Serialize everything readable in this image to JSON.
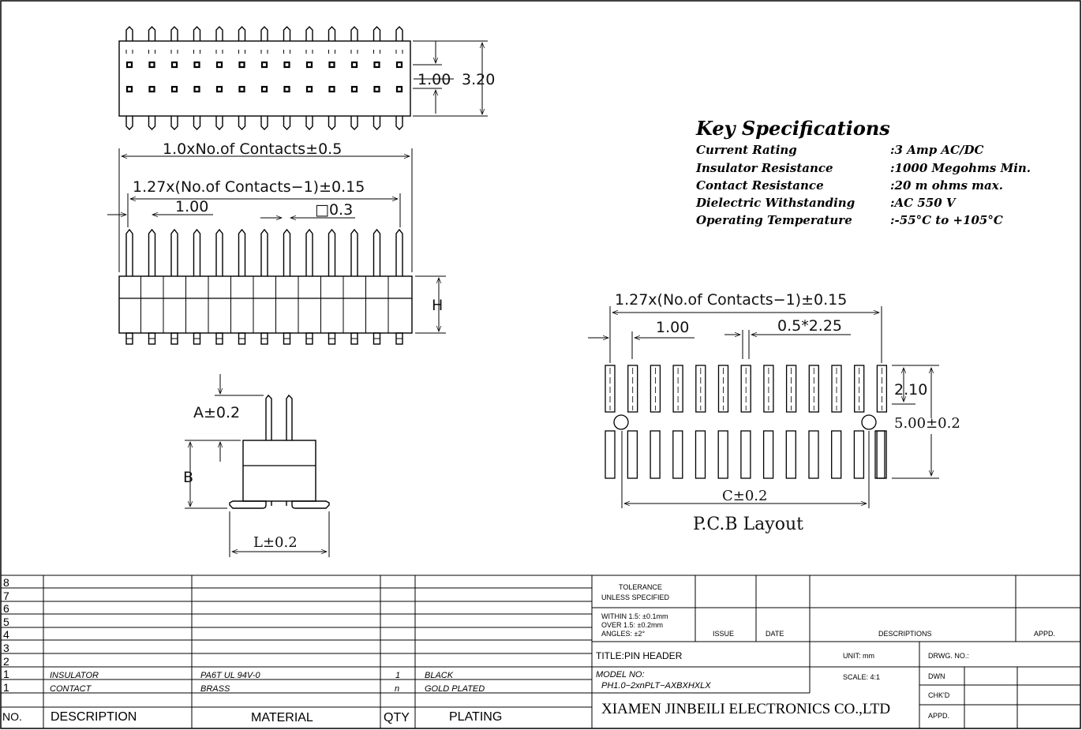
{
  "drawing": {
    "top_view": {
      "pitch_dim": "1.00",
      "width_dim": "3.20"
    },
    "front_view": {
      "overall_dim": "1.0xNo.of Contacts±0.5",
      "span_dim": "1.27x(No.of Contacts−1)±0.15",
      "pitch_dim": "1.00",
      "pin_dim": "□0.3",
      "height_dim": "H"
    },
    "side_view": {
      "a_dim": "A±0.2",
      "b_dim": "B",
      "l_dim": "L±0.2"
    },
    "pcb": {
      "span_dim": "1.27x(No.of Contacts−1)±0.15",
      "pitch_dim": "1.00",
      "pad_dim": "0.5*2.25",
      "row_dim": "2.10",
      "width_dim": "5.00±0.2",
      "c_dim": "C±0.2",
      "caption": "P.C.B Layout"
    },
    "specs": {
      "title": "Key Specifications",
      "rows": [
        {
          "label": "Current Rating",
          "value": ":3 Amp AC/DC"
        },
        {
          "label": "Insulator Resistance",
          "value": ":1000 Megohms Min."
        },
        {
          "label": "Contact Resistance",
          "value": ":20 m ohms max."
        },
        {
          "label": "Dielectric Withstanding",
          "value": ":AC 550 V"
        },
        {
          "label": "Operating Temperature",
          "value": ":-55°C to +105°C"
        }
      ]
    }
  },
  "title_block": {
    "row_numbers": [
      "8",
      "7",
      "6",
      "5",
      "4",
      "3",
      "2",
      "1"
    ],
    "bom": [
      {
        "desc": "INSULATOR",
        "material": "PA6T UL 94V-0",
        "qty": "1",
        "plating": "BLACK"
      },
      {
        "desc": "CONTACT",
        "material": "BRASS",
        "qty": "n",
        "plating": "GOLD PLATED"
      }
    ],
    "header": {
      "no": "NO.",
      "desc": "DESCRIPTION",
      "material": "MATERIAL",
      "qty": "QTY",
      "plating": "PLATING"
    },
    "tolerance_title_1": "TOLERANCE",
    "tolerance_title_2": "UNLESS SPECIFIED",
    "tolerance_1": "WITHIN 1.5: ±0.1mm",
    "tolerance_2": "OVER 1.5:  ±0.2mm",
    "tolerance_3": "ANGLES: ±2°",
    "issue": "ISSUE",
    "date": "DATE",
    "descriptions": "DESCRIPTIONS",
    "appd": "APPD.",
    "title": "TITLE:PIN HEADER",
    "unit": "UNIT: mm",
    "drwg_no": "DRWG. NO.:",
    "model_label": "MODEL NO:",
    "model": "PH1.0−2xnPLT−AXBXHXLX",
    "scale": "SCALE: 4:1",
    "dwn": "DWN",
    "chkd": "CHK'D",
    "appd_short": "APPD.",
    "company": "XIAMEN JINBEILI ELECTRONICS CO.,LTD"
  }
}
